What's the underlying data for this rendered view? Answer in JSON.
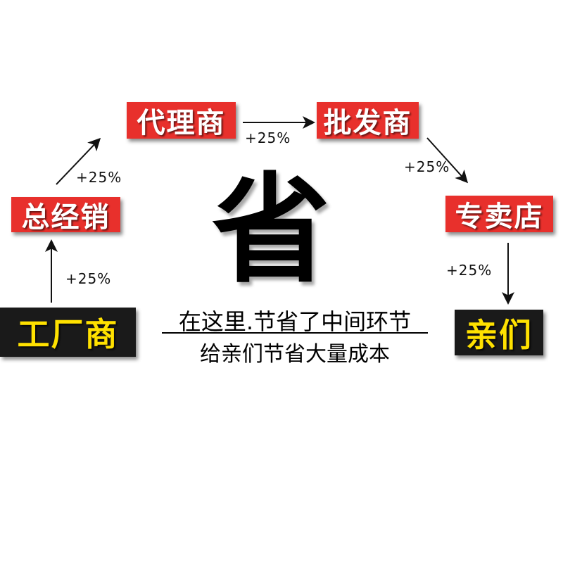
{
  "nodes": {
    "factory": "工厂商",
    "distributor": "总经销",
    "agent": "代理商",
    "wholesaler": "批发商",
    "store": "专卖店",
    "customer": "亲们"
  },
  "markups": {
    "factory_to_distributor": "+25%",
    "distributor_to_agent": "+25%",
    "agent_to_wholesaler": "+25%",
    "wholesaler_to_store": "+25%",
    "store_to_customer": "+25%"
  },
  "center": {
    "big_char": "省",
    "line1": "在这里.节省了中间环节",
    "line2": "给亲们节省大量成本"
  },
  "colors": {
    "red_box": "#e8302c",
    "black_box": "#1a1a1a",
    "yellow_text": "#ffe100",
    "white_text": "#ffffff"
  }
}
